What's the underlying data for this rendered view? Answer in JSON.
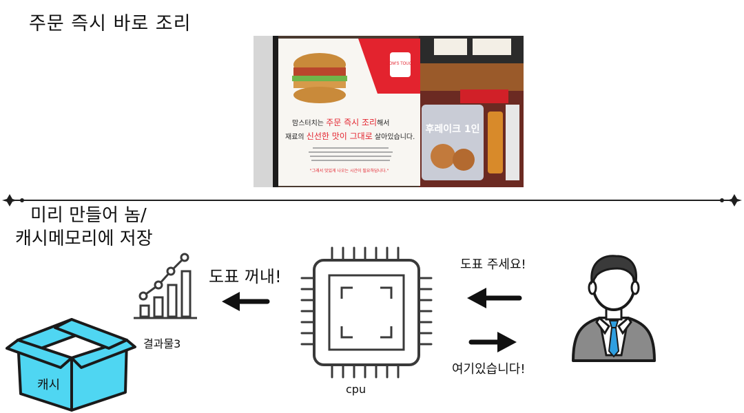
{
  "top_title": "주문 즉시 바로 조리",
  "bottom_title_line1": "미리 만들어 놈/",
  "bottom_title_line2": "캐시메모리에 저장",
  "photo": {
    "logo": "MOM'S TOUCH",
    "headline_line1_a": "맘스터치는 ",
    "headline_line1_b": "주문 즉시 조리",
    "headline_line1_c": "해서",
    "headline_line2_a": "재료의 ",
    "headline_line2_b": "신선한 맛이 그대로",
    "headline_line2_c": " 살아있습니다.",
    "footnote": "\"그래서 맛있게 나오는 시간이 필요하답니다.\"",
    "side_sign": "후레이크 1인"
  },
  "labels": {
    "take_out": "도표 꺼내!",
    "request": "도표 주세요!",
    "response": "여기있습니다!",
    "result": "결과물3",
    "cpu": "cpu",
    "cache": "캐시"
  },
  "colors": {
    "box_fill": "#4fd6f2",
    "box_stroke": "#1a1a1a",
    "accent_red": "#e0202a",
    "tie_blue": "#2f9fe0",
    "suit_gray": "#8a8a8a"
  }
}
